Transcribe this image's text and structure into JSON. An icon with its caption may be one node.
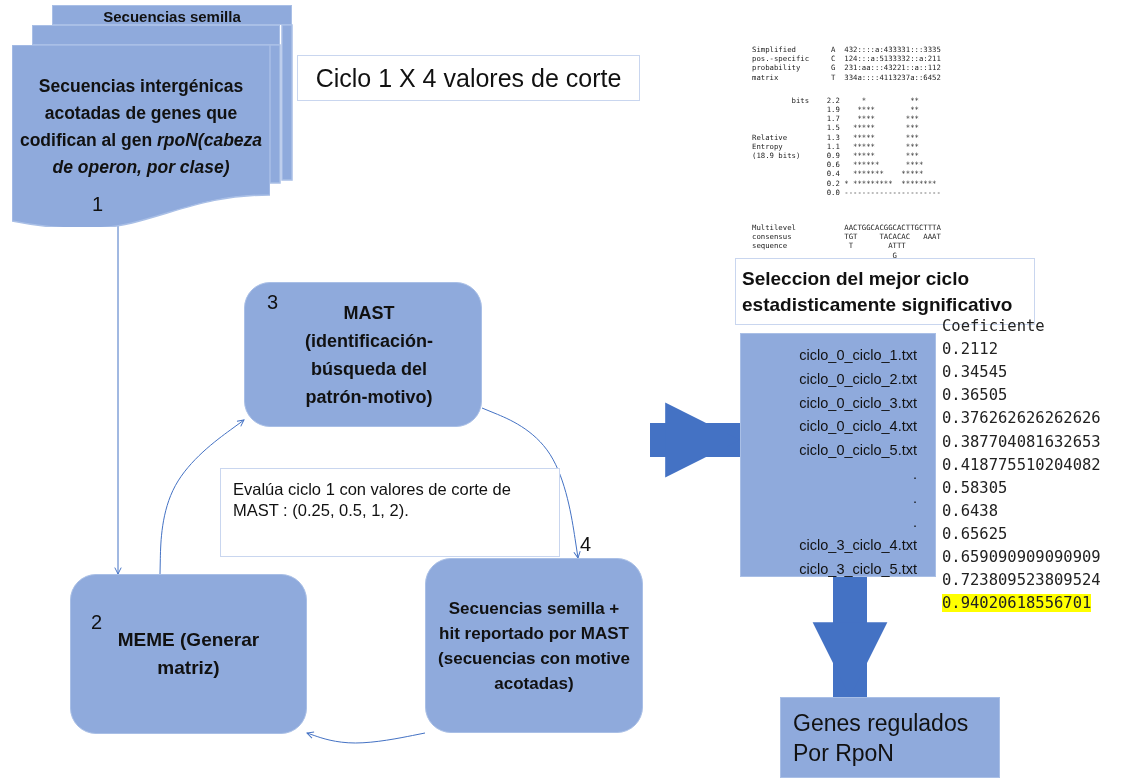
{
  "diagram": {
    "nodes": [
      {
        "text": [
          "Secuencias semilla"
        ]
      },
      {
        "text": [],
        "shape": "box"
      },
      {
        "text": [
          "Secuencias intergénicas acotadas de genes que codifican al gen *rpoN(cabeza de operon, por clase)*",
          "1"
        ]
      },
      {
        "text": [
          "Ciclo 1 X 4 valores de corte"
        ]
      },
      {
        "text": [
          "3",
          "MAST (identificación- búsqueda del patrón-motivo)"
        ]
      },
      {
        "text": [
          "Evalúa ciclo 1 con valores de corte de MAST : (0.25, 0.5, 1, 2)."
        ]
      },
      {
        "text": [
          "4",
          "Secuencias semilla + hit reportado por MAST (secuencias con motive acotadas)"
        ]
      },
      {
        "text": [
          "2",
          "MEME (Generar matriz)"
        ]
      },
      {
        "text": [
          "Seleccion del mejor ciclo estadisticamente significativo"
        ]
      },
      {
        "text": [
          "ciclo_0_ciclo_1.txt",
          "ciclo_0_ciclo_2.txt",
          "ciclo_0_ciclo_3.txt",
          "ciclo_0_ciclo_4.txt",
          "ciclo_0_ciclo_5.txt",
          ".",
          ".",
          ".",
          "ciclo_3_ciclo_4.txt",
          "ciclo_3_ciclo_5.txt"
        ]
      },
      {
        "text": [
          "Genes regulados Por RpoN"
        ]
      }
    ],
    "edges": [
      {
        "from": 2,
        "to": 7,
        "arrow": "to"
      },
      {
        "from": 7,
        "to": 4,
        "arrow": "to"
      },
      {
        "from": 4,
        "to": 6,
        "arrow": "to"
      },
      {
        "from": 6,
        "to": 7,
        "arrow": "to"
      },
      {
        "from": null,
        "to": 9,
        "arrow": "to",
        "style": "thick"
      },
      {
        "from": 9,
        "to": 10,
        "arrow": "to",
        "style": "thick"
      }
    ],
    "labels": [
      "Simplified        A  432::::a:433331:::3335",
      "pos.-specific     C  124:::a:5133332::a:211",
      "probability       G  231:aa:::43221::a::112",
      "matrix            T  334a::::4113237a::6452",
      "         bits    2.2     *          **",
      "                 1.9    ****        **",
      "                 1.7    ****       ***",
      "                 1.5   *****       ***",
      "Relative         1.3   *****       ***",
      "Entropy          1.1   *****       ***",
      "(18.9 bits)      0.9   *****       ***",
      "                 0.6   ******      ****",
      "                 0.4   *******    *****",
      "                 0.2 * *********  ********",
      "                 0.0 ----------------------",
      "Multilevel           AACTGGCACGGCACTTGCTTTA",
      "consensus            TGT     TACACAC   AAAT",
      "sequence              T        ATTT",
      "                                G",
      "Coeficiente",
      "0.2112",
      "0.34545",
      "0.36505",
      "0.376262626262626",
      "0.387704081632653",
      "0.418775510204082",
      "0.58305",
      "0.6438",
      "0.65625",
      "0.659090909090909",
      "0.723809523809524",
      "0.94020618556701"
    ]
  }
}
